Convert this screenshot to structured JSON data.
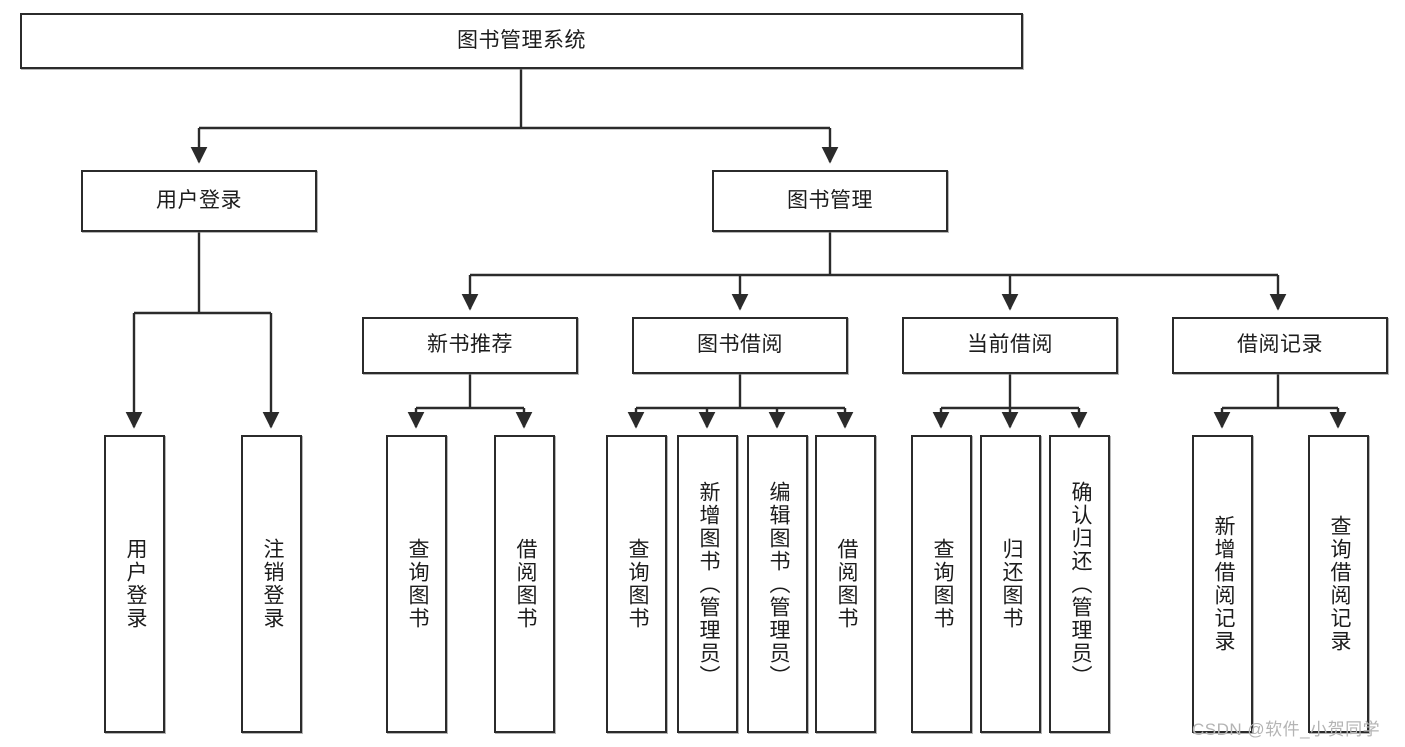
{
  "diagram": {
    "title": "图书管理系统",
    "type": "tree-hierarchy-chart",
    "watermark": "CSDN @软件_小贺同学",
    "root": {
      "label": "图书管理系统"
    },
    "level2": [
      {
        "label": "用户登录"
      },
      {
        "label": "图书管理"
      }
    ],
    "level3": [
      {
        "label": "新书推荐"
      },
      {
        "label": "图书借阅"
      },
      {
        "label": "当前借阅"
      },
      {
        "label": "借阅记录"
      }
    ],
    "leaves": {
      "user_login": [
        {
          "label": "用户登录"
        },
        {
          "label": "注销登录"
        }
      ],
      "new_book_recommend": [
        {
          "label": "查询图书"
        },
        {
          "label": "借阅图书"
        }
      ],
      "book_borrow": [
        {
          "label": "查询图书"
        },
        {
          "label": "新增图书（管理员）"
        },
        {
          "label": "编辑图书（管理员）"
        },
        {
          "label": "借阅图书"
        }
      ],
      "current_borrow": [
        {
          "label": "查询图书"
        },
        {
          "label": "归还图书"
        },
        {
          "label": "确认归还（管理员）"
        }
      ],
      "borrow_record": [
        {
          "label": "新增借阅记录"
        },
        {
          "label": "查询借阅记录"
        }
      ]
    },
    "colors": {
      "stroke": "#2b2b2b",
      "fill": "#ffffff",
      "text": "#1c1c1c",
      "watermark": "#b4b4b4"
    }
  }
}
